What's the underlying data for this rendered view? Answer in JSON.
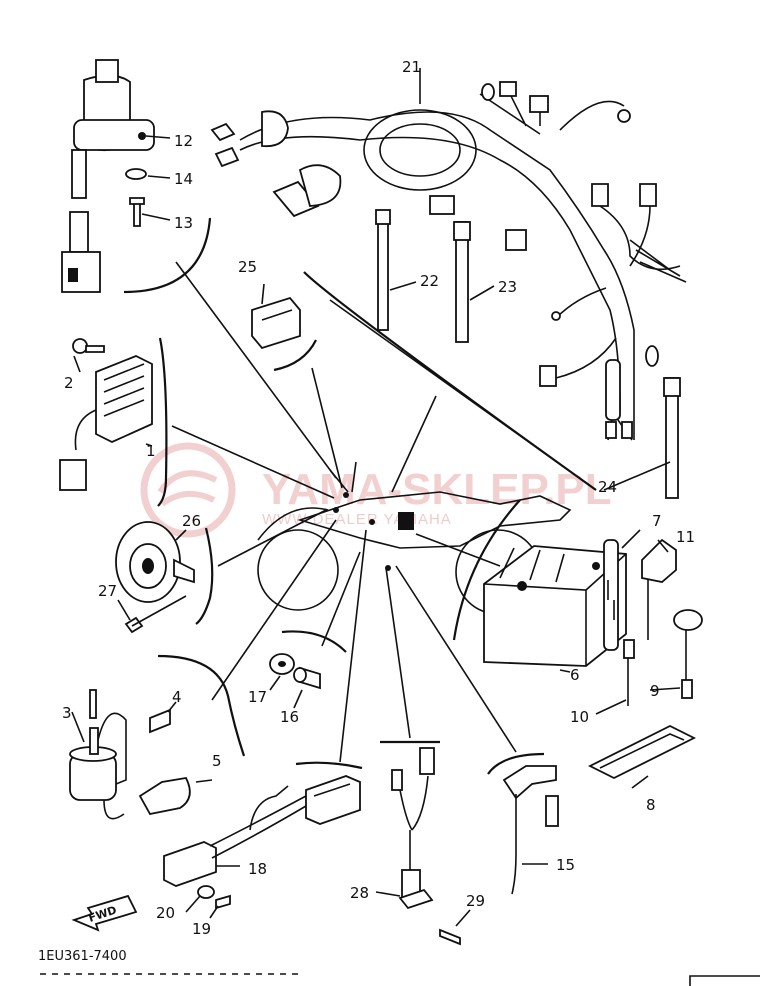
{
  "watermark": {
    "brand": "YAMA-SKLEP.PL",
    "subtitle": "WWW DEALER YAMAHA"
  },
  "drawing_code": "1EU361-7400",
  "fwd_label": "FWD",
  "callouts": [
    "1",
    "2",
    "3",
    "4",
    "5",
    "6",
    "7",
    "8",
    "9",
    "10",
    "11",
    "12",
    "13",
    "14",
    "15",
    "16",
    "17",
    "18",
    "19",
    "20",
    "21",
    "22",
    "23",
    "24",
    "25",
    "26",
    "27",
    "28",
    "29"
  ]
}
